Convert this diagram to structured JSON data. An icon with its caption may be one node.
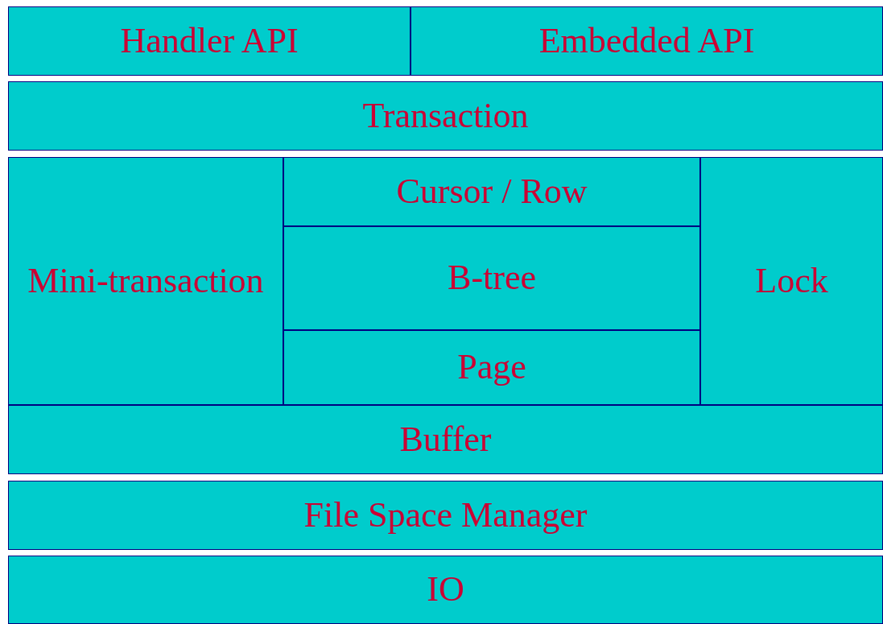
{
  "diagram": {
    "nodes": [
      {
        "text": [
          "Handler API"
        ]
      },
      {
        "text": [
          "Embedded API"
        ]
      },
      {
        "text": [
          "Transaction"
        ]
      },
      {
        "text": [
          "Mini-transaction"
        ]
      },
      {
        "text": [
          "Cursor / Row"
        ]
      },
      {
        "text": [
          "B-tree"
        ]
      },
      {
        "text": [
          "Page"
        ]
      },
      {
        "text": [
          "Lock"
        ]
      },
      {
        "text": [
          "Buffer"
        ]
      },
      {
        "text": [
          "File Space Manager"
        ]
      },
      {
        "text": [
          "IO"
        ]
      }
    ]
  }
}
